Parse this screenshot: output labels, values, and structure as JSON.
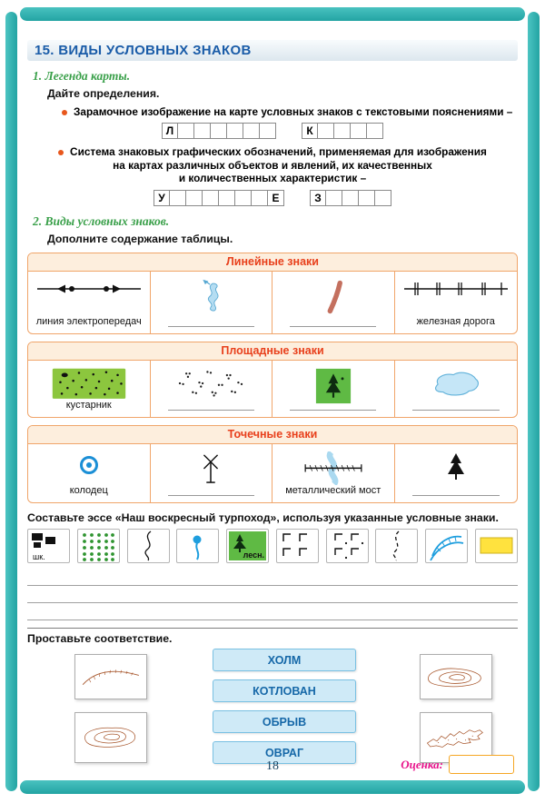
{
  "page": {
    "header": "15. ВИДЫ УСЛОВНЫХ ЗНАКОВ",
    "number": "18"
  },
  "colors": {
    "frame_teal": "#2eb6b4",
    "header_blue": "#1a5ca8",
    "section_green": "#3aa04a",
    "table_border_orange": "#f0a56a",
    "table_title_red": "#e8401c",
    "button_blue_bg": "#cfeaf7",
    "button_blue_text": "#1668a8",
    "score_magenta": "#e8148c",
    "score_box_orange": "#f5a623"
  },
  "section1": {
    "title": "1. Легенда карты.",
    "instruction": "Дайте определения.",
    "def1": {
      "text": "Зарамочное изображение на карте условных знаков с текстовыми пояснениями –",
      "word1": [
        "Л",
        "",
        "",
        "",
        "",
        "",
        ""
      ],
      "word2": [
        "К",
        "",
        "",
        "",
        ""
      ]
    },
    "def2": {
      "line1": "Система знаковых графических обозначений, применяемая для изображения",
      "line2": "на картах различных объектов и явлений, их качественных",
      "line3": "и количественных характеристик –",
      "word1": [
        "У",
        "",
        "",
        "",
        "",
        "",
        "",
        "Е"
      ],
      "word2": [
        "З",
        "",
        "",
        "",
        ""
      ]
    }
  },
  "section2": {
    "title": "2. Виды условных знаков.",
    "instruction": "Дополните содержание таблицы.",
    "tables": [
      {
        "title": "Линейные знаки",
        "cells": [
          {
            "icon": "power-line-icon",
            "label": "линия электропередач"
          },
          {
            "icon": "river-icon",
            "label": ""
          },
          {
            "icon": "embankment-icon",
            "label": ""
          },
          {
            "icon": "railroad-icon",
            "label": "железная дорога"
          }
        ]
      },
      {
        "title": "Площадные знаки",
        "cells": [
          {
            "icon": "shrubs-icon",
            "label": "кустарник"
          },
          {
            "icon": "sand-icon",
            "label": ""
          },
          {
            "icon": "forest-icon",
            "label": ""
          },
          {
            "icon": "lake-icon",
            "label": ""
          }
        ]
      },
      {
        "title": "Точечные знаки",
        "cells": [
          {
            "icon": "well-icon",
            "label": "колодец"
          },
          {
            "icon": "windmill-icon",
            "label": ""
          },
          {
            "icon": "metal-bridge-icon",
            "label": "металлический мост"
          },
          {
            "icon": "spruce-icon",
            "label": ""
          }
        ]
      }
    ]
  },
  "essay": {
    "instruction": "Составьте эссе «Наш воскресный турпоход», используя указанные условные знаки.",
    "school_label": "шк.",
    "forestry_label": "лесн.",
    "symbols": [
      "school-icon",
      "orchard-icon",
      "stream-icon",
      "spring-icon",
      "forestry-icon",
      "clearing-icon",
      "clearing-dots-icon",
      "trail-icon",
      "rapids-icon",
      "field-icon"
    ]
  },
  "matching": {
    "instruction": "Проставьте соответствие.",
    "options": [
      "ХОЛМ",
      "КОТЛОВАН",
      "ОБРЫВ",
      "ОВРАГ"
    ],
    "left_sketches": [
      "cliff-sketch",
      "contours-sketch"
    ],
    "right_sketches": [
      "hill-sketch",
      "ravine-sketch"
    ]
  },
  "score": {
    "label": "Оценка:"
  }
}
